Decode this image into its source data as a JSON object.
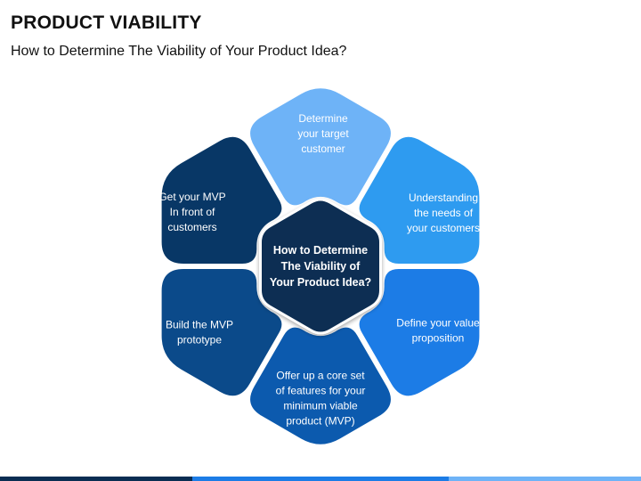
{
  "header": {
    "title": "PRODUCT VIABILITY",
    "subtitle": "How to Determine The Viability of Your Product Idea?"
  },
  "center": {
    "lines": [
      "How to Determine",
      "The Viability of",
      "Your Product Idea?"
    ]
  },
  "segments": [
    {
      "lines": [
        "Determine",
        "your target",
        "customer"
      ],
      "color": "#6EB3F7"
    },
    {
      "lines": [
        "Understanding",
        "the needs of",
        "your customers"
      ],
      "color": "#2E9BF0"
    },
    {
      "lines": [
        "Define your value",
        "proposition"
      ],
      "color": "#1C7CE6"
    },
    {
      "lines": [
        "Offer up a core set",
        "of features for your",
        "minimum viable",
        "product (MVP)"
      ],
      "color": "#0C5AAE"
    },
    {
      "lines": [
        "Build the MVP",
        "prototype"
      ],
      "color": "#0B4A8A"
    },
    {
      "lines": [
        "Get your MVP",
        "In front of",
        "customers"
      ],
      "color": "#083766"
    }
  ],
  "colors": {
    "center_fill": "#0A2D52",
    "footer": [
      "#0A2D52",
      "#1C7CE6",
      "#6EB3F7"
    ]
  }
}
